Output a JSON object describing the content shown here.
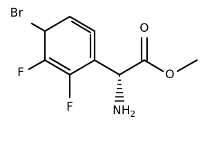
{
  "molecule": {
    "labels": {
      "bromine": "Br",
      "fluorine_top": "F",
      "fluorine_bottom": "F",
      "carbonyl_oxygen": "O",
      "ester_oxygen": "O",
      "amine_n": "NH",
      "amine_subscript": "2"
    },
    "stereo": {
      "alpha_carbon_to_amine": "hashed-wedge"
    },
    "colors": {
      "ink": "#000000",
      "background": "#ffffff"
    }
  }
}
